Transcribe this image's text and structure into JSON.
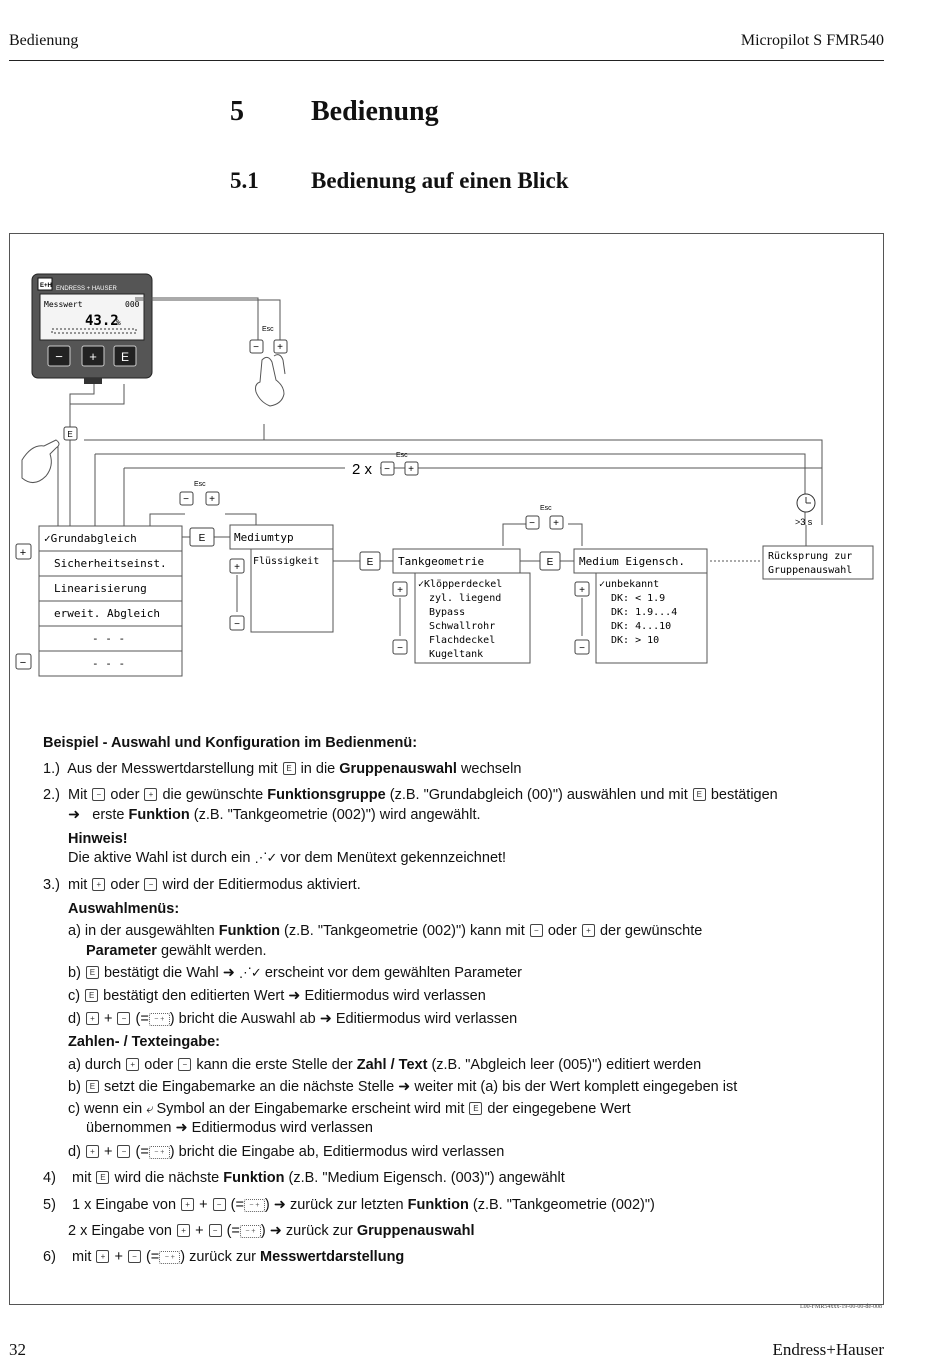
{
  "header": {
    "left": "Bedienung",
    "right": "Micropilot S FMR540"
  },
  "chapter": {
    "number": "5",
    "title": "Bedienung"
  },
  "section": {
    "number": "5.1",
    "title": "Bedienung auf einen Blick"
  },
  "device": {
    "brand_short": "E+H",
    "brand": "ENDRESS + HAUSER",
    "display_label": "Messwert",
    "display_code": "000",
    "display_value": "43.2",
    "display_unit": "%",
    "key_minus": "−",
    "key_plus": "+",
    "key_e": "E"
  },
  "diagram": {
    "esc": "Esc",
    "e_key": "E",
    "two_x": "2 x",
    "timeout": ">3 s",
    "groups": [
      "✓Grundabgleich",
      "Sicherheitseinst.",
      "Linearisierung",
      "erweit. Abgleich",
      "- - -",
      "- - -"
    ],
    "mediumtyp": {
      "title": "Mediumtyp",
      "options": [
        "Flüssigkeit"
      ]
    },
    "tankgeometrie": {
      "title": "Tankgeometrie",
      "options": [
        "✓Klöpperdeckel",
        "zyl. liegend",
        "Bypass",
        "Schwallrohr",
        "Flachdeckel",
        "Kugeltank"
      ]
    },
    "medium": {
      "title": "Medium Eigensch.",
      "options": [
        "✓unbekannt",
        "DK: < 1.9",
        "DK: 1.9...4",
        "DK: 4...10",
        "DK: > 10"
      ]
    },
    "return": [
      "Rücksprung zur",
      "Gruppenauswahl"
    ]
  },
  "instructions": {
    "heading": "Beispiel - Auswahl und Konfiguration im Bedienmenü:",
    "s1": {
      "n": "1.)",
      "a": "Aus der Messwertdarstellung mit",
      "b": "in die",
      "bold": "Gruppenauswahl",
      "c": "wechseln"
    },
    "s2": {
      "n": "2.)",
      "a": "Mit",
      "b": "oder",
      "c": "die gewünschte",
      "bold1": "Funktionsgruppe",
      "d": "(z.B. \"Grundabgleich (00)\") auswählen und mit",
      "e": "bestätigen"
    },
    "s2b": {
      "arrow": "➜",
      "a": "erste",
      "bold": "Funktion",
      "b": "(z.B. \"Tankgeometrie (002)\") wird angewählt."
    },
    "hinweis_title": "Hinweis!",
    "hinweis_a": "Die aktive Wahl ist durch ein",
    "hinweis_b": "vor dem Menütext gekennzeichnet!",
    "s3": {
      "n": "3.)",
      "a": "mit",
      "b": "oder",
      "c": "wird der Editiermodus aktiviert."
    },
    "auswahl_title": "Auswahlmenüs:",
    "aa": {
      "a": "a) in der ausgewählten",
      "bold": "Funktion",
      "b": "(z.B. \"Tankgeometrie (002)\") kann mit",
      "c": "oder",
      "d": "der gewünschte"
    },
    "aa2": {
      "bold": "Parameter",
      "a": "gewählt werden."
    },
    "ab": {
      "a": "b)",
      "b": "bestätigt die Wahl ➜",
      "c": "erscheint vor dem gewählten Parameter"
    },
    "ac": {
      "a": "c)",
      "b": "bestätigt den editierten Wert ➜ Editiermodus wird verlassen"
    },
    "ad": {
      "a": "d)",
      "b": "+",
      "c": "(=",
      "d": ") bricht die Auswahl ab ➜ Editiermodus wird verlassen"
    },
    "zahlen_title": "Zahlen- / Texteingabe:",
    "za": {
      "a": "a) durch",
      "b": "oder",
      "c": "kann die erste Stelle der",
      "bold": "Zahl / Text",
      "d": "(z.B. \"Abgleich leer (005)\") editiert werden"
    },
    "zb": {
      "a": "b)",
      "b": "setzt die Eingabemarke an die nächste Stelle ➜ weiter mit (a) bis der Wert komplett eingegeben ist"
    },
    "zc": {
      "a": "c) wenn ein",
      "b": "Symbol an der Eingabemarke erscheint wird mit",
      "c": "der eingegebene Wert"
    },
    "zc2": "übernommen ➜ Editiermodus wird verlassen",
    "zd": {
      "a": "d)",
      "b": "+",
      "c": "(=",
      "d": ") bricht die Eingabe ab,  Editiermodus wird verlassen"
    },
    "s4": {
      "n": "4)",
      "a": "mit",
      "b": "wird die nächste",
      "bold": "Funktion",
      "c": "(z.B. \"Medium Eigensch. (003)\") angewählt"
    },
    "s5": {
      "n": "5)",
      "a": "1 x Eingabe von",
      "b": "+",
      "c": "(=",
      "d": ") ➜ zurück zur letzten",
      "bold": "Funktion",
      "e": "(z.B. \"Tankgeometrie (002)\")"
    },
    "s5b": {
      "a": "2 x Eingabe von",
      "b": "+",
      "c": "(=",
      "d": ") ➜ zurück zur",
      "bold": "Gruppenauswahl"
    },
    "s6": {
      "n": "6)",
      "a": "mit",
      "b": "+",
      "c": "(=",
      "d": ") zurück zur",
      "bold": "Messwertdarstellung"
    }
  },
  "footer": {
    "code": "L00-FMR54xxx-19-00-00-de-008",
    "page": "32",
    "brand": "Endress+Hauser"
  }
}
